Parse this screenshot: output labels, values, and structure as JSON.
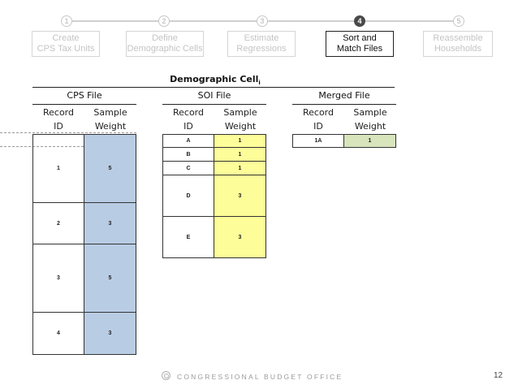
{
  "steps": [
    {
      "number": "1",
      "label": "Create\nCPS Tax Units",
      "active": false
    },
    {
      "number": "2",
      "label": "Define\nDemographic Cells",
      "active": false
    },
    {
      "number": "3",
      "label": "Estimate\nRegressions",
      "active": false
    },
    {
      "number": "4",
      "label": "Sort and\nMatch Files",
      "active": true
    },
    {
      "number": "5",
      "label": "Reassemble\nHouseholds",
      "active": false
    }
  ],
  "title": "Demographic Cell",
  "title_subscript": "i",
  "files": {
    "cps": {
      "heading": "CPS File",
      "col1": "Record\nID",
      "col2": "Sample\nWeight"
    },
    "soi": {
      "heading": "SOI File",
      "col1": "Record\nID",
      "col2": "Sample\nWeight"
    },
    "merged": {
      "heading": "Merged File",
      "col1": "Record\nID",
      "col2": "Sample\nWeight"
    }
  },
  "cps_rows": [
    {
      "id": "1",
      "weight": "5"
    },
    {
      "id": "2",
      "weight": "3"
    },
    {
      "id": "3",
      "weight": "5"
    },
    {
      "id": "4",
      "weight": "3"
    }
  ],
  "soi_rows": [
    {
      "id": "A",
      "weight": "1"
    },
    {
      "id": "B",
      "weight": "1"
    },
    {
      "id": "C",
      "weight": "1"
    },
    {
      "id": "D",
      "weight": "3"
    },
    {
      "id": "E",
      "weight": "3"
    }
  ],
  "merged_rows": [
    {
      "id": "1A",
      "weight": "1"
    }
  ],
  "colors": {
    "cps": "#b8cce4",
    "soi": "#fdfd99",
    "merged": "#d7e4bc"
  },
  "footer": "CONGRESSIONAL BUDGET OFFICE",
  "page_number": "12"
}
